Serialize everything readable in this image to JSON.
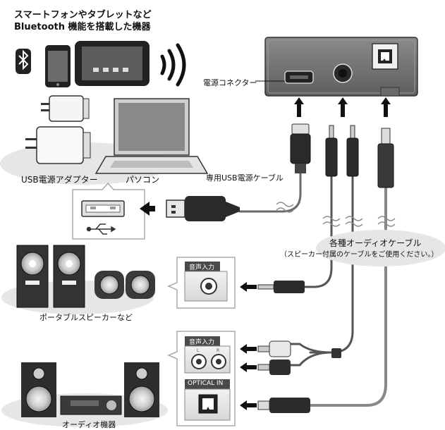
{
  "header": {
    "line1": "スマートフォンやタブレットなど",
    "line2": "Bluetooth 機能を搭載した機器"
  },
  "labels": {
    "power_connector": "電源コネクター",
    "dedicated_usb_cable": "専用USB電源ケーブル",
    "usb_adapter": "USB電源アダプター",
    "pc": "パソコン",
    "audio_cables_title": "各種オーディオケーブル",
    "audio_cables_note": "（スピーカー付属のケーブルをご使用ください。）",
    "portable_speakers": "ポータブルスピーカーなど",
    "audio_equipment": "オーディオ機器",
    "audio_input_1": "音声入力",
    "audio_input_2": "音声入力",
    "optical_in": "OPTICAL IN",
    "rca_l": "L",
    "rca_r": "R"
  },
  "icons": {
    "bluetooth": "bluetooth-icon",
    "wireless": "wireless-signal-icon",
    "usb": "usb-symbol-icon"
  },
  "colors": {
    "device_body": "#6e6e6e",
    "cable": "#777777",
    "arrow": "#111111",
    "panel_border": "#999999"
  }
}
